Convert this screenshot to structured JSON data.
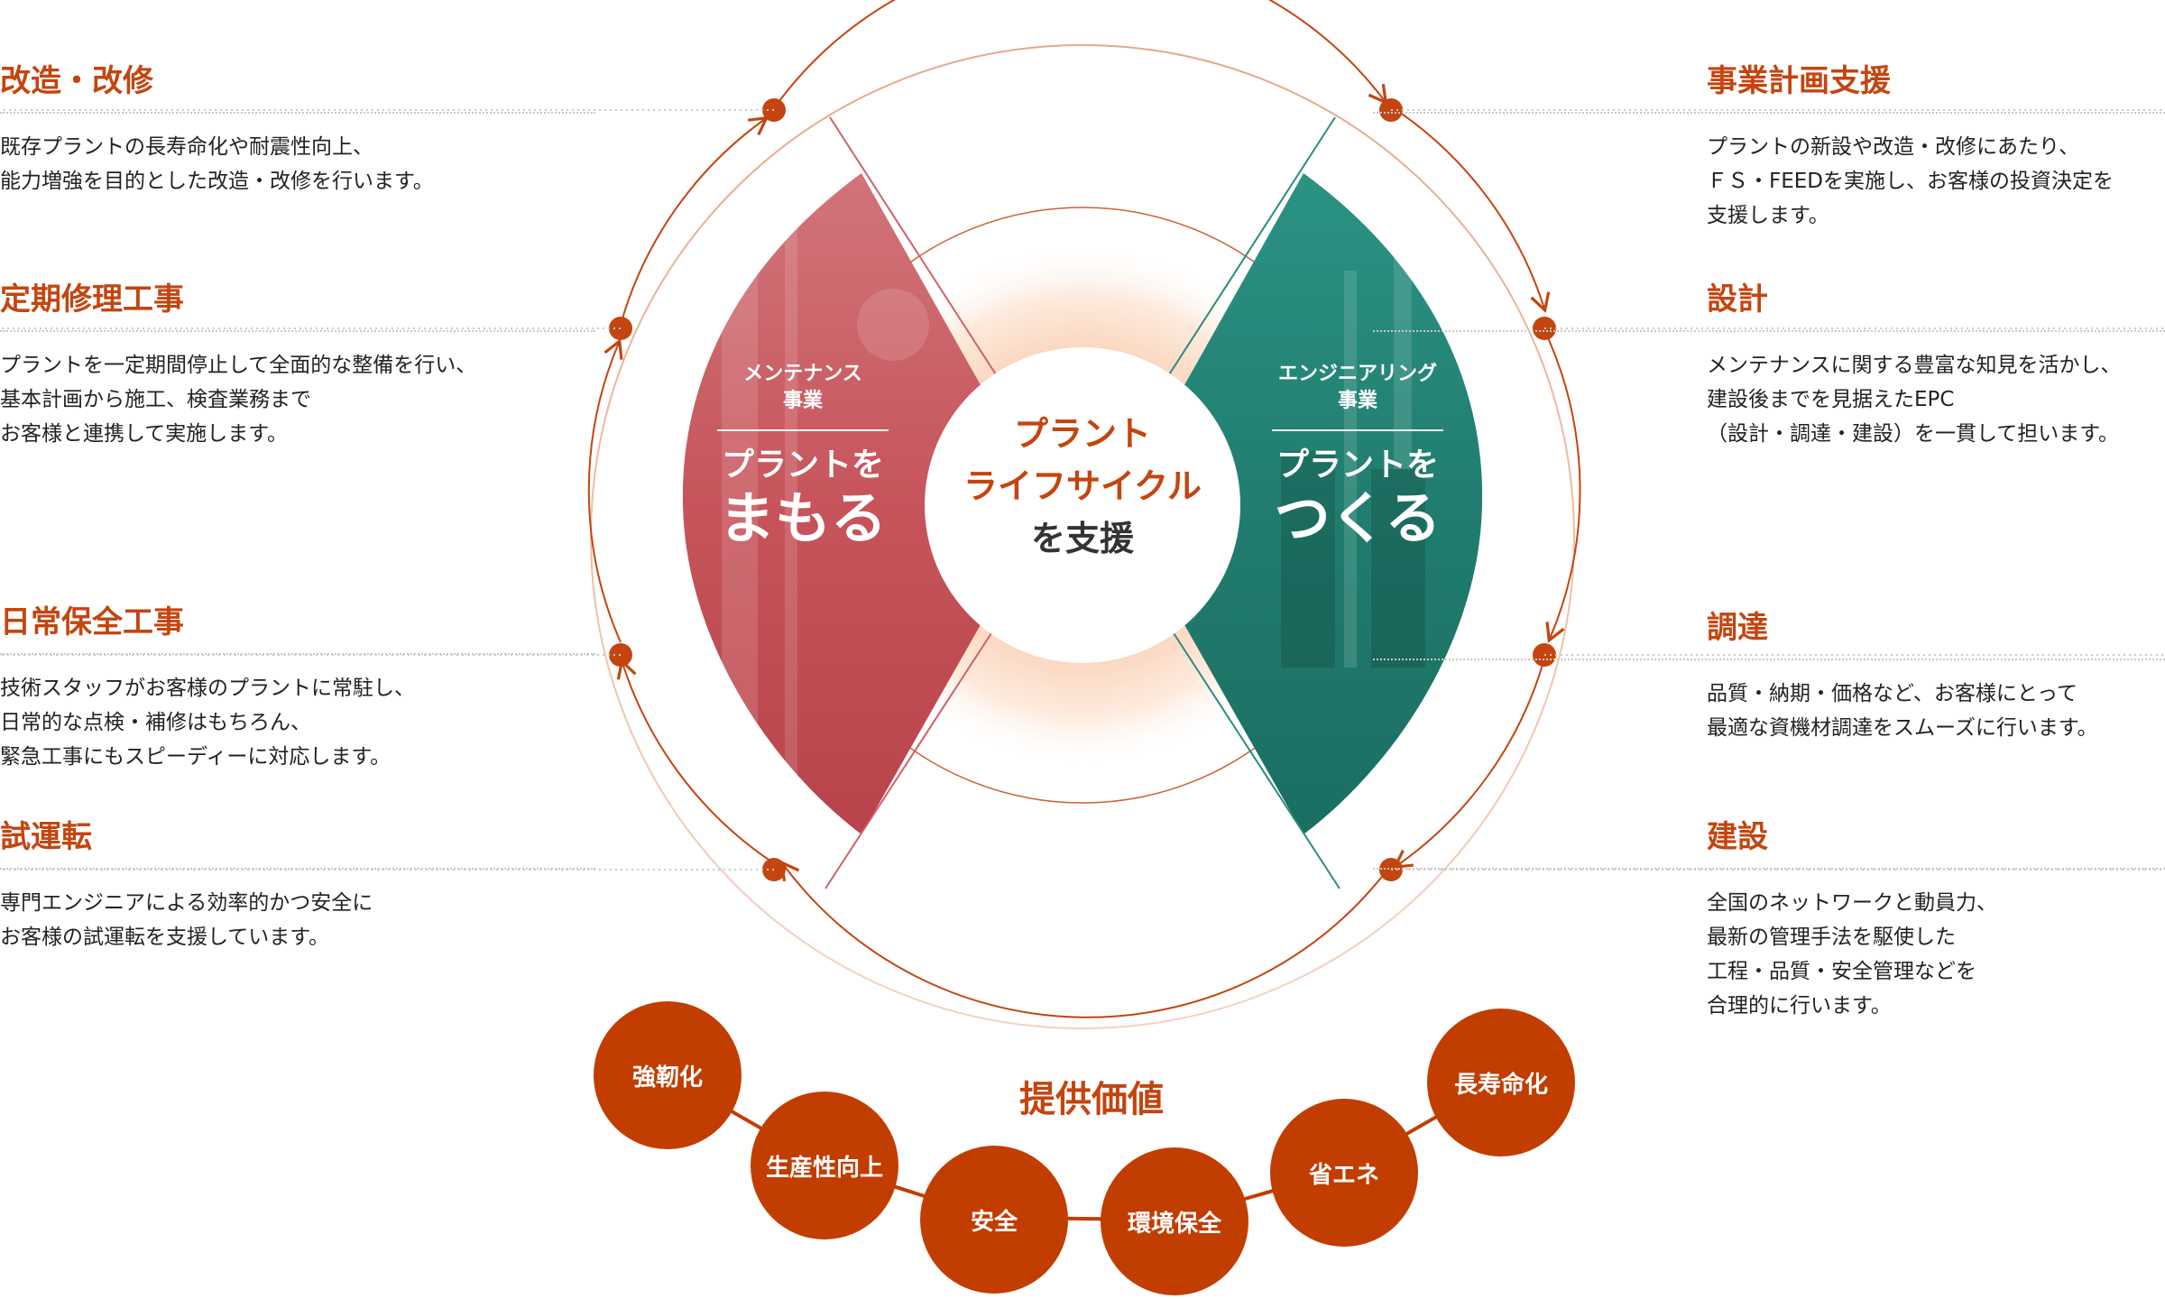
{
  "left_items": [
    {
      "title": "改造・改修",
      "desc": "既存プラントの長寿命化や耐震性向上、\n能力増強を目的とした改造・改修を行います。"
    },
    {
      "title": "定期修理工事",
      "desc": "プラントを一定期間停止して全面的な整備を行い、\n基本計画から施工、検査業務まで\nお客様と連携して実施します。"
    },
    {
      "title": "日常保全工事",
      "desc": "技術スタッフがお客様のプラントに常駐し、\n日常的な点検・補修はもちろん、\n緊急工事にもスピーディーに対応します。"
    },
    {
      "title": "試運転",
      "desc": "専門エンジニアによる効率的かつ安全に\nお客様の試運転を支援しています。"
    }
  ],
  "right_items": [
    {
      "title": "事業計画支援",
      "desc": "プラントの新設や改造・改修にあたり、\nＦＳ・FEEDを実施し、お客様の投資決定を\n支援します。"
    },
    {
      "title": "設計",
      "desc": "メンテナンスに関する豊富な知見を活かし、\n建設後までを見据えたEPC\n（設計・調達・建設）を一貫して担います。"
    },
    {
      "title": "調達",
      "desc": "品質・納期・価格など、お客様にとって\n最適な資機材調達をスムーズに行います。"
    },
    {
      "title": "建設",
      "desc": "全国のネットワークと動員力、\n最新の管理手法を駆使した\n工程・品質・安全管理などを\n合理的に行います。"
    }
  ],
  "maintenance": {
    "sub": "メンテナンス\n事業",
    "main1": "プラントを",
    "main2": "まもる"
  },
  "engineering": {
    "sub": "エンジニアリング\n事業",
    "main1": "プラントを",
    "main2": "つくる"
  },
  "center": {
    "line1": "プラント",
    "line2": "ライフサイクル",
    "line3": "を支援"
  },
  "value_title": "提供価値",
  "values": [
    "強靭化",
    "生産性向上",
    "安全",
    "環境保全",
    "省エネ",
    "長寿命化"
  ],
  "colors": {
    "accent": "#c4450f",
    "maintenance": "#c8595f",
    "engineering": "#1f7f70",
    "value_circle": "#c23d00"
  }
}
